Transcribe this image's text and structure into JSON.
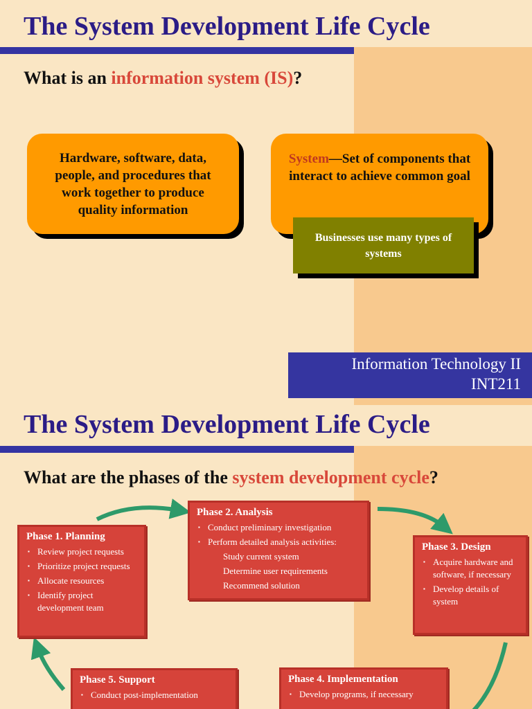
{
  "slide1": {
    "title": "The System Development Life Cycle",
    "question_prefix": "What is an ",
    "question_highlight": "information system (IS)",
    "question_suffix": "?",
    "box_left": "Hardware, software, data, people, and procedures that work together to produce quality information",
    "box_right_term": "System",
    "box_right_text": "—Set of components that interact to achieve common goal",
    "green_box": "Businesses use many types of systems",
    "footer_line1": "Information Technology II",
    "footer_line2": "INT211"
  },
  "slide2": {
    "title": "The System Development Life Cycle",
    "question_prefix": "What are the phases of the ",
    "question_highlight": "system development cycle",
    "question_suffix": "?",
    "phases": [
      {
        "title": "Phase 1. Planning",
        "items": [
          "Review project requests",
          "Prioritize project requests",
          "Allocate resources",
          "Identify project development team"
        ]
      },
      {
        "title": "Phase 2. Analysis",
        "items": [
          "Conduct preliminary investigation",
          "Perform detailed analysis activities:"
        ],
        "subitems": [
          "Study current system",
          "Determine user requirements",
          "Recommend solution"
        ]
      },
      {
        "title": "Phase 3. Design",
        "items": [
          "Acquire hardware and software, if necessary",
          "Develop details of system"
        ]
      },
      {
        "title": "Phase 4. Implementation",
        "items": [
          "Develop programs, if necessary"
        ]
      },
      {
        "title": "Phase 5. Support",
        "items": [
          "Conduct post-implementation"
        ]
      }
    ]
  },
  "colors": {
    "title": "#2b1c86",
    "highlight": "#d8483a",
    "bar": "#3434a2",
    "orange_box": "#ff9a00",
    "green_box": "#808000",
    "phase_box": "#d6433a",
    "arrow": "#2e9a6a"
  }
}
